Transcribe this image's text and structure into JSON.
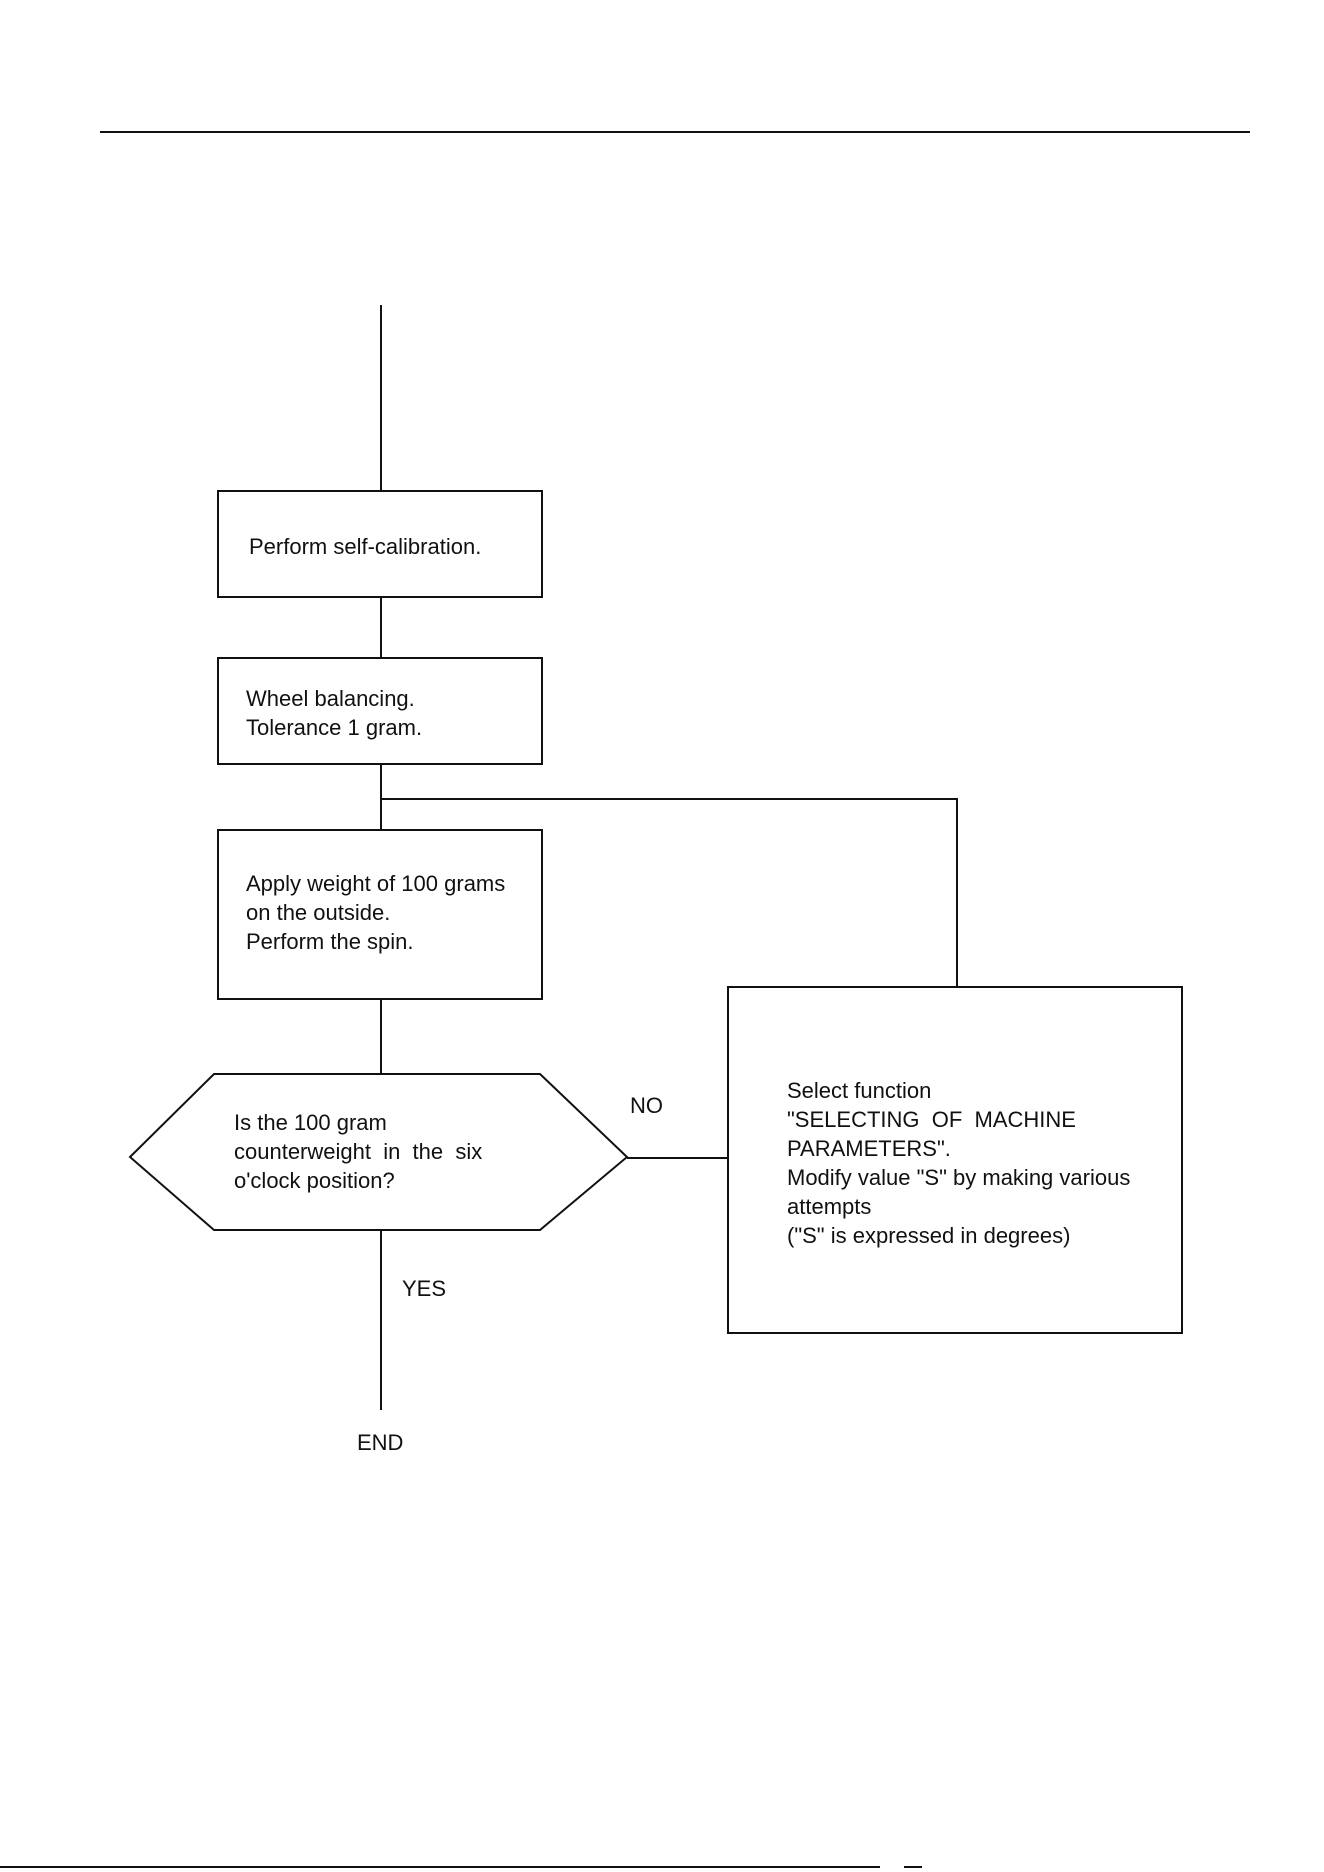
{
  "flowchart": {
    "step_calibration": "Perform self-calibration.",
    "step_balancing": {
      "line1": "Wheel balancing.",
      "line2": "Tolerance 1 gram."
    },
    "step_weight": {
      "line1": "Apply weight of 100 grams",
      "line2": "on the outside.",
      "line3": "Perform the spin."
    },
    "decision": {
      "line1": "Is the 100 gram",
      "line2": "counterweight  in  the  six",
      "line3": "o'clock position?"
    },
    "adjust": {
      "line1": "Select function",
      "line2": "\"SELECTING  OF  MACHINE",
      "line3": "PARAMETERS\".",
      "line4": "Modify value \"S\" by making various",
      "line5": "attempts",
      "line6": "(\"S\" is expressed in degrees)"
    },
    "label_no": "NO",
    "label_yes": "YES",
    "label_end": "END"
  }
}
